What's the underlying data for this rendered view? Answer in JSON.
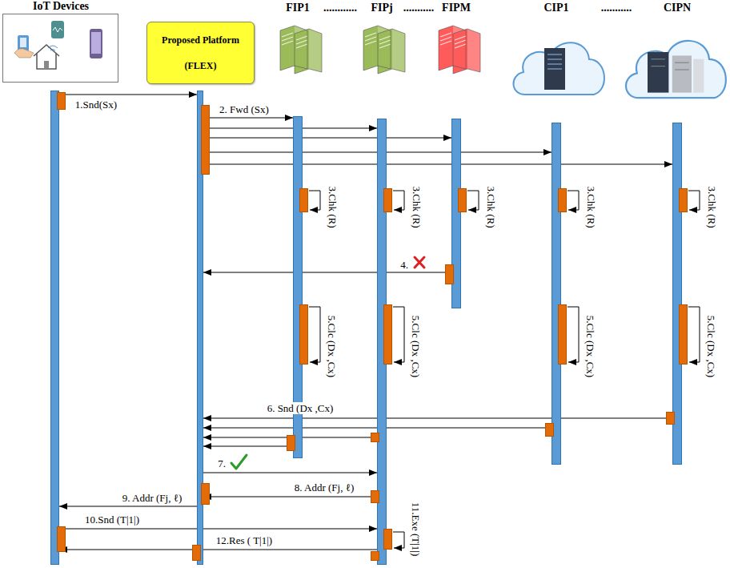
{
  "diagram": {
    "nodes": [
      {
        "text": [
          "IoT Devices"
        ]
      },
      {
        "text": [
          "Proposed Platform (FLEX)"
        ]
      },
      {
        "text": [
          "FIP1"
        ]
      },
      {
        "text": [
          "FIPj"
        ]
      },
      {
        "text": [
          "FIPM"
        ]
      },
      {
        "text": [
          "CIP1"
        ]
      },
      {
        "text": [
          "CIPN"
        ]
      }
    ],
    "edges": [
      {
        "from": 0,
        "to": 1,
        "arrow": "to",
        "label": "1.Snd(Sx)"
      },
      {
        "from": 1,
        "to": 2,
        "arrow": "to",
        "label": "2. Fwd (Sx)"
      },
      {
        "from": 1,
        "to": 3,
        "arrow": "to"
      },
      {
        "from": 1,
        "to": 4,
        "arrow": "to"
      },
      {
        "from": 1,
        "to": 5,
        "arrow": "to"
      },
      {
        "from": 1,
        "to": 6,
        "arrow": "to"
      },
      {
        "from": 2,
        "to": 2,
        "arrow": "to",
        "label": "3.Chk (R)"
      },
      {
        "from": 3,
        "to": 3,
        "arrow": "to",
        "label": "3.Chk (R)"
      },
      {
        "from": 4,
        "to": 4,
        "arrow": "to",
        "label": "3.Chk (R)"
      },
      {
        "from": 5,
        "to": 5,
        "arrow": "to",
        "label": "3.Chk (R)"
      },
      {
        "from": 6,
        "to": 6,
        "arrow": "to",
        "label": "3.Chk (R)"
      },
      {
        "from": 4,
        "to": 1,
        "arrow": "to",
        "label": "4."
      },
      {
        "from": 2,
        "to": 2,
        "arrow": "to",
        "label": "5.Clc (Dx ,Cx)"
      },
      {
        "from": 3,
        "to": 3,
        "arrow": "to",
        "label": "5.Clc (Dx ,Cx)"
      },
      {
        "from": 5,
        "to": 5,
        "arrow": "to",
        "label": "5.Clc (Dx ,Cx)"
      },
      {
        "from": 6,
        "to": 6,
        "arrow": "to",
        "label": "5.Clc (Dx ,Cx)"
      },
      {
        "from": 6,
        "to": 1,
        "arrow": "to",
        "label": "6. Snd (Dx ,Cx)"
      },
      {
        "from": 5,
        "to": 1,
        "arrow": "to"
      },
      {
        "from": 3,
        "to": 1,
        "arrow": "to"
      },
      {
        "from": 2,
        "to": 1,
        "arrow": "to"
      },
      {
        "from": 1,
        "to": 3,
        "arrow": "to",
        "label": "7."
      },
      {
        "from": 3,
        "to": 1,
        "arrow": "to",
        "label": "8. Addr (Fj, ℓ)"
      },
      {
        "from": 1,
        "to": 0,
        "arrow": "to",
        "label": "9. Addr (Fj, ℓ)"
      },
      {
        "from": 0,
        "to": 3,
        "arrow": "to",
        "label": "10.Snd (T|1|)"
      },
      {
        "from": 3,
        "to": 3,
        "arrow": "to",
        "label": "11.Exe (T|1|)"
      },
      {
        "from": 3,
        "to": 0,
        "arrow": "to",
        "label": "12.Res ( T|1|)"
      }
    ],
    "labels": [
      "............",
      "...........",
      "..........."
    ]
  }
}
